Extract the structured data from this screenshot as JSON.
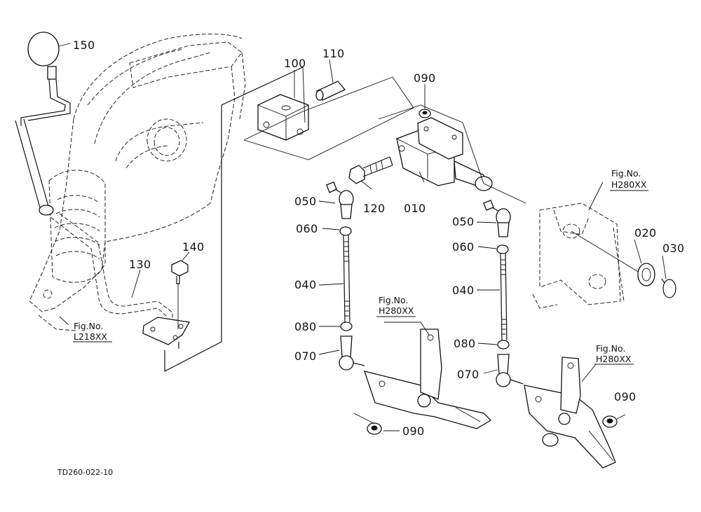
{
  "diagram": {
    "code": "TD260-022-10",
    "parts": {
      "p150": "150",
      "p100": "100",
      "p110": "110",
      "p090a": "090",
      "p090b": "090",
      "p090c": "090",
      "p140": "140",
      "p130": "130",
      "p050a": "050",
      "p050b": "050",
      "p120": "120",
      "p010": "010",
      "p060a": "060",
      "p060b": "060",
      "p040a": "040",
      "p040b": "040",
      "p080a": "080",
      "p080b": "080",
      "p070a": "070",
      "p070b": "070",
      "p020": "020",
      "p030": "030"
    },
    "refs": {
      "l218_fig": "Fig.No.",
      "l218_num": "L218XX",
      "h280a_fig": "Fig.No.",
      "h280a_num": "H280XX",
      "h280b_fig": "Fig.No.",
      "h280b_num": "H280XX",
      "h280c_fig": "Fig.No.",
      "h280c_num": "H280XX"
    }
  }
}
